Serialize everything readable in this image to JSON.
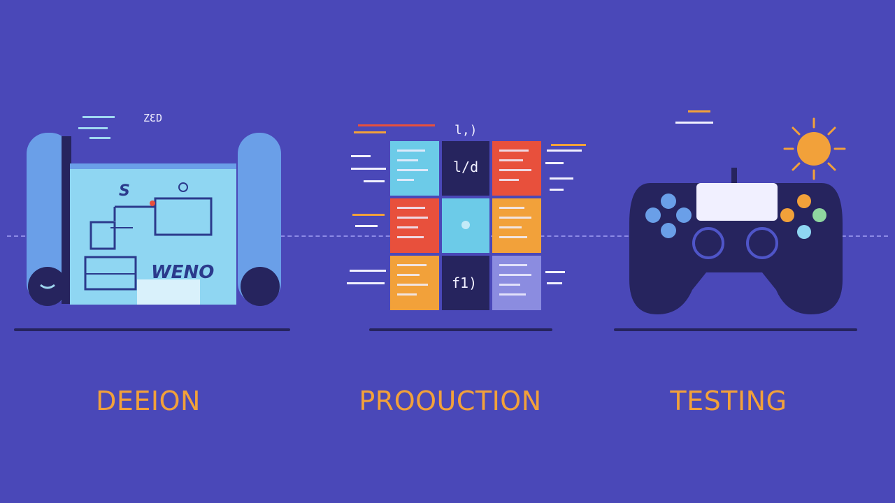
{
  "stages": [
    {
      "label": "DEEION",
      "scroll_caption": "WENO",
      "header_mark": "ZƐD",
      "blueprint_mark": "S"
    },
    {
      "label": "PROOUCTION",
      "grid_caption": "l,)",
      "tile_center_top": "l/d",
      "tile_center_bottom": "f1)"
    },
    {
      "label": "TESTING"
    }
  ],
  "colors": {
    "background": "#4a48b8",
    "label": "#f2a13a",
    "dark": "#26245e",
    "sky": "#6ccbe8",
    "red": "#e8503c",
    "orange": "#f2a13a",
    "lavender": "#8b8ce0"
  },
  "icons": [
    "scroll-blueprint-icon",
    "tile-grid-icon",
    "game-controller-icon",
    "sun-icon"
  ]
}
